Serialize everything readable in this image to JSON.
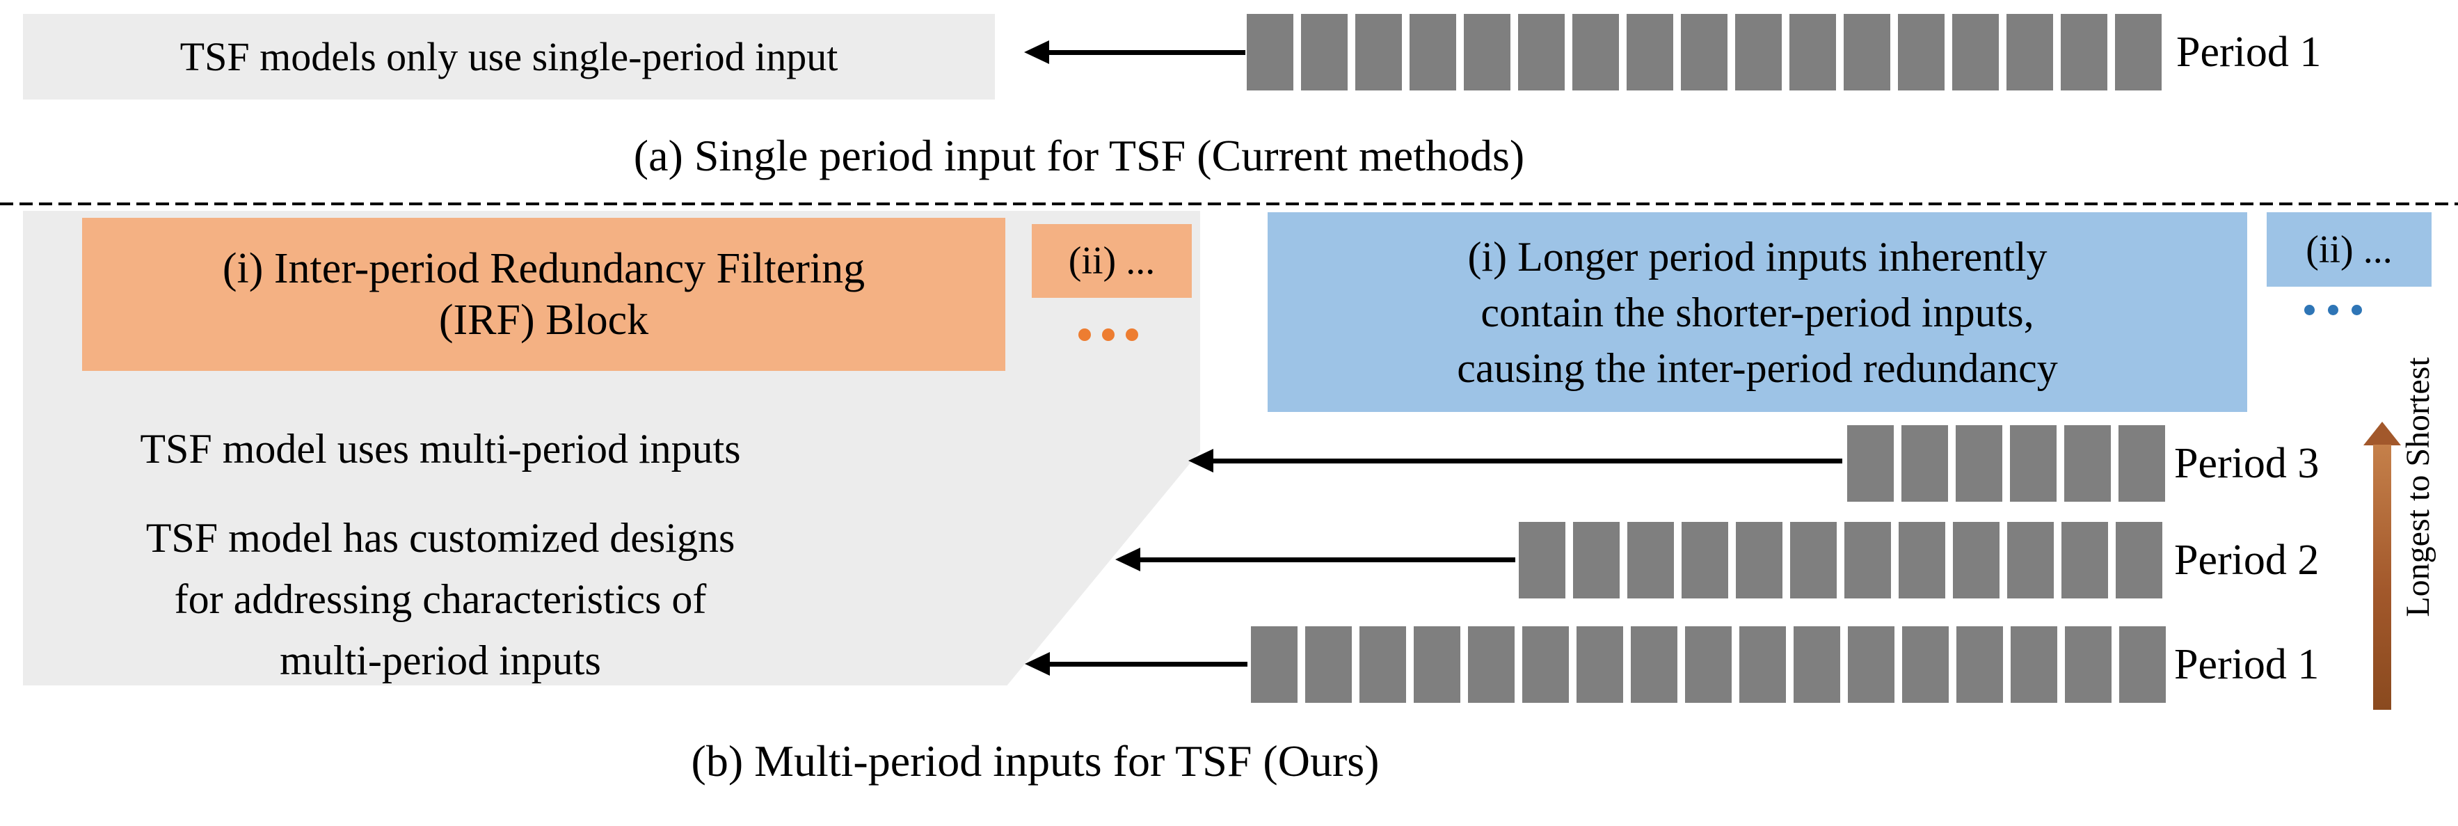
{
  "colors": {
    "light_gray": "#ececec",
    "square_gray": "#7f7f7f",
    "orange_fill": "#f4b183",
    "orange_accent": "#ed7d31",
    "blue_fill": "#9dc3e6",
    "blue_accent": "#2e75b6",
    "brown_light": "#c5804a",
    "brown_mid": "#a2582b",
    "brown_dark": "#8a4a1f"
  },
  "section_a": {
    "box_text": "TSF models only use single-period input",
    "period_label": "Period 1",
    "squares_count": 17,
    "caption": "(a) Single period input for TSF (Current methods)"
  },
  "section_b": {
    "model_text": {
      "line1": "TSF model uses multi-period inputs",
      "line2": "TSF model has customized designs",
      "line3": "for addressing characteristics of",
      "line4": "multi-period inputs"
    },
    "irf_block": {
      "line1": "(i) Inter-period Redundancy Filtering",
      "line2": "(IRF) Block",
      "more_label": "(ii) ...",
      "more_dots": 3
    },
    "redundancy_note": {
      "line1": "(i) Longer period inputs inherently",
      "line2": "contain the shorter-period inputs,",
      "line3": "causing the inter-period redundancy",
      "more_label": "(ii) ...",
      "more_dots": 3
    },
    "rows": [
      {
        "label": "Period 3",
        "squares_count": 6
      },
      {
        "label": "Period 2",
        "squares_count": 12
      },
      {
        "label": "Period 1",
        "squares_count": 17
      }
    ],
    "gradient_arrow_label": "Longest to Shortest",
    "caption": "(b) Multi-period inputs for TSF (Ours)"
  }
}
